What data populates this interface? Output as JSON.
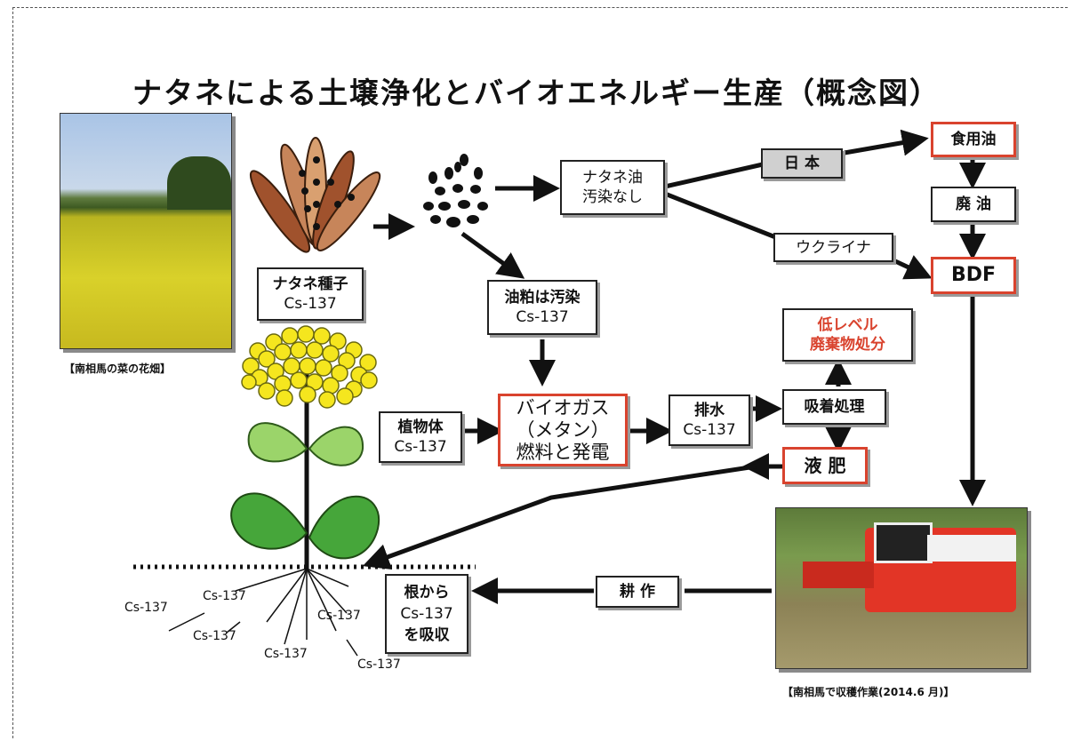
{
  "title": "ナタネによる土壌浄化とバイオエネルギー生産（概念図）",
  "photo_left_caption": "【南相馬の菜の花畑】",
  "photo_right_caption": "【南相馬で収穫作業(2014.6 月)】",
  "boxes": {
    "seed": {
      "line1": "ナタネ種子",
      "line2": "Cs-137"
    },
    "oil": {
      "line1": "ナタネ油",
      "line2": "汚染なし"
    },
    "japan": "日 本",
    "ukraine": "ウクライナ",
    "edible_oil": "食用油",
    "waste_oil": "廃 油",
    "bdf": "BDF",
    "cake": {
      "line1": "油粕は汚染",
      "line2": "Cs-137"
    },
    "low_level": {
      "line1": "低レベル",
      "line2": "廃棄物処分"
    },
    "plant": {
      "line1": "植物体",
      "line2": "Cs-137"
    },
    "biogas": {
      "line1": "バイオガス",
      "line2": "（メタン）",
      "line3": "燃料と発電"
    },
    "drain": {
      "line1": "排水",
      "line2": "Cs-137"
    },
    "adsorb": "吸着処理",
    "liquid_fert": "液 肥",
    "root": {
      "line1": "根から",
      "line2": "Cs-137",
      "line3": "を吸収"
    },
    "tillage": "耕 作"
  },
  "soil_labels": [
    "Cs-137",
    "Cs-137",
    "Cs-137",
    "Cs-137",
    "Cs-137",
    "Cs-137"
  ],
  "colors": {
    "accent_red": "#d9432e",
    "seed_pod": "#a0522d",
    "flower": "#f5e61e",
    "leaf": "#4caf3c"
  }
}
